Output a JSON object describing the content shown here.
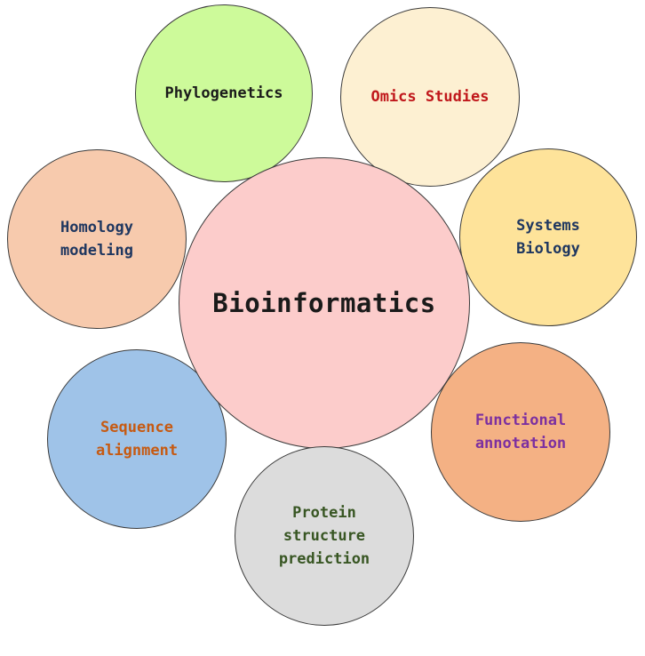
{
  "diagram": {
    "center": {
      "label": "Bioinformatics",
      "fill": "#fccccb",
      "text_color": "#1a1a1a"
    },
    "nodes": [
      {
        "id": "phylo",
        "label": "Phylogenetics",
        "fill": "#cdfa9a",
        "text_color": "#1a1a1a"
      },
      {
        "id": "omics",
        "label": "Omics Studies",
        "fill": "#fdf0d2",
        "text_color": "#c0171b"
      },
      {
        "id": "systems",
        "label": "Systems\nBiology",
        "fill": "#fee39a",
        "text_color": "#1f3760"
      },
      {
        "id": "functional",
        "label": "Functional\nannotation",
        "fill": "#f4b184",
        "text_color": "#7c30a0"
      },
      {
        "id": "protein",
        "label": "Protein\nstructure\nprediction",
        "fill": "#dcdcdc",
        "text_color": "#385623"
      },
      {
        "id": "sequence",
        "label": "Sequence\nalignment",
        "fill": "#9fc3e8",
        "text_color": "#c65a12"
      },
      {
        "id": "homology",
        "label": "Homology\nmodeling",
        "fill": "#f7caad",
        "text_color": "#1f3760"
      }
    ]
  }
}
